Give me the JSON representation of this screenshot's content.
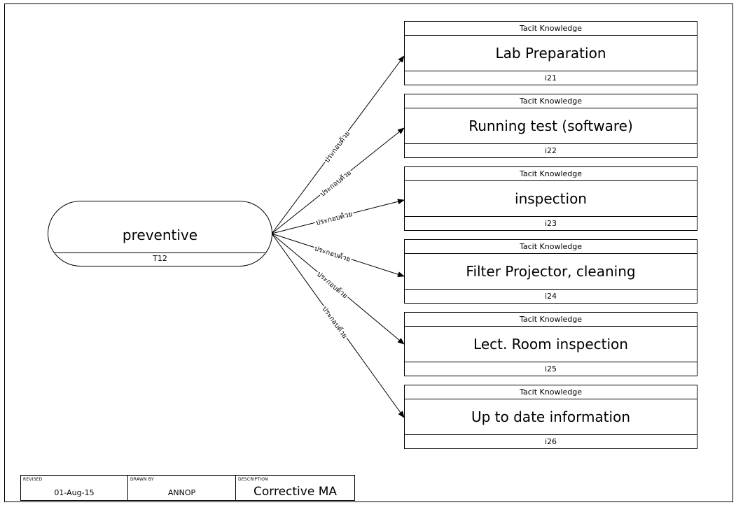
{
  "task": {
    "title": "preventive",
    "id": "T12"
  },
  "edge_label": "ประกอบด้วย",
  "knowledge_items": [
    {
      "header": "Tacit Knowledge",
      "title": "Lab Preparation",
      "id": "i21"
    },
    {
      "header": "Tacit Knowledge",
      "title": "Running test (software)",
      "id": "i22"
    },
    {
      "header": "Tacit Knowledge",
      "title": "inspection",
      "id": "i23"
    },
    {
      "header": "Tacit Knowledge",
      "title": "Filter Projector, cleaning",
      "id": "i24"
    },
    {
      "header": "Tacit Knowledge",
      "title": "Lect. Room inspection",
      "id": "i25"
    },
    {
      "header": "Tacit Knowledge",
      "title": "Up to date information",
      "id": "i26"
    }
  ],
  "title_block": {
    "revised_label": "REVISED",
    "revised_value": "01-Aug-15",
    "drawn_by_label": "DRAWN BY",
    "drawn_by_value": "ANNOP",
    "description_label": "DESCRIPTION",
    "description_value": "Corrective MA"
  }
}
